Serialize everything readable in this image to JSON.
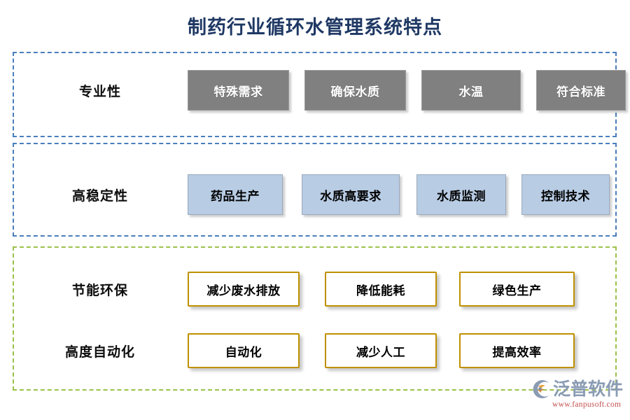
{
  "title": "制药行业循环水管理系统特点",
  "theme": {
    "title_color": "#1f3864",
    "blue_dash_color": "#4a7ebb",
    "green_dash_color": "#9bc24a",
    "gray_chip_color": "#808080",
    "blue_chip_color": "#b8cce4",
    "gold_chip_color": "#e3bd62",
    "gold_chip_border": "#bf9000",
    "logo_text_color": "#8a9bb3",
    "logo_url_color": "#c0504d"
  },
  "sections": [
    {
      "name": "专业性-section",
      "border_style": "blue-dashed",
      "rows": [
        {
          "label": "专业性",
          "chip_style": "gray",
          "chips": [
            "特殊需求",
            "确保水质",
            "水温",
            "符合标准"
          ]
        }
      ]
    },
    {
      "name": "高稳定性-section",
      "border_style": "blue-dashed",
      "rows": [
        {
          "label": "高稳定性",
          "chip_style": "blue",
          "chips": [
            "药品生产",
            "水质高要求",
            "水质监测",
            "控制技术"
          ]
        }
      ]
    },
    {
      "name": "节能环保-自动化-section",
      "border_style": "green-dashed",
      "rows": [
        {
          "label": "节能环保",
          "chip_style": "gold",
          "chips": [
            "减少废水排放",
            "降低能耗",
            "绿色生产"
          ]
        },
        {
          "label": "高度自动化",
          "chip_style": "gold",
          "chips": [
            "自动化",
            "减少人工",
            "提高效率"
          ]
        }
      ]
    }
  ],
  "logo": {
    "mark": "fanpu-logo-icon",
    "brand": "泛普软件",
    "url": "www.fanpusoft.com"
  }
}
